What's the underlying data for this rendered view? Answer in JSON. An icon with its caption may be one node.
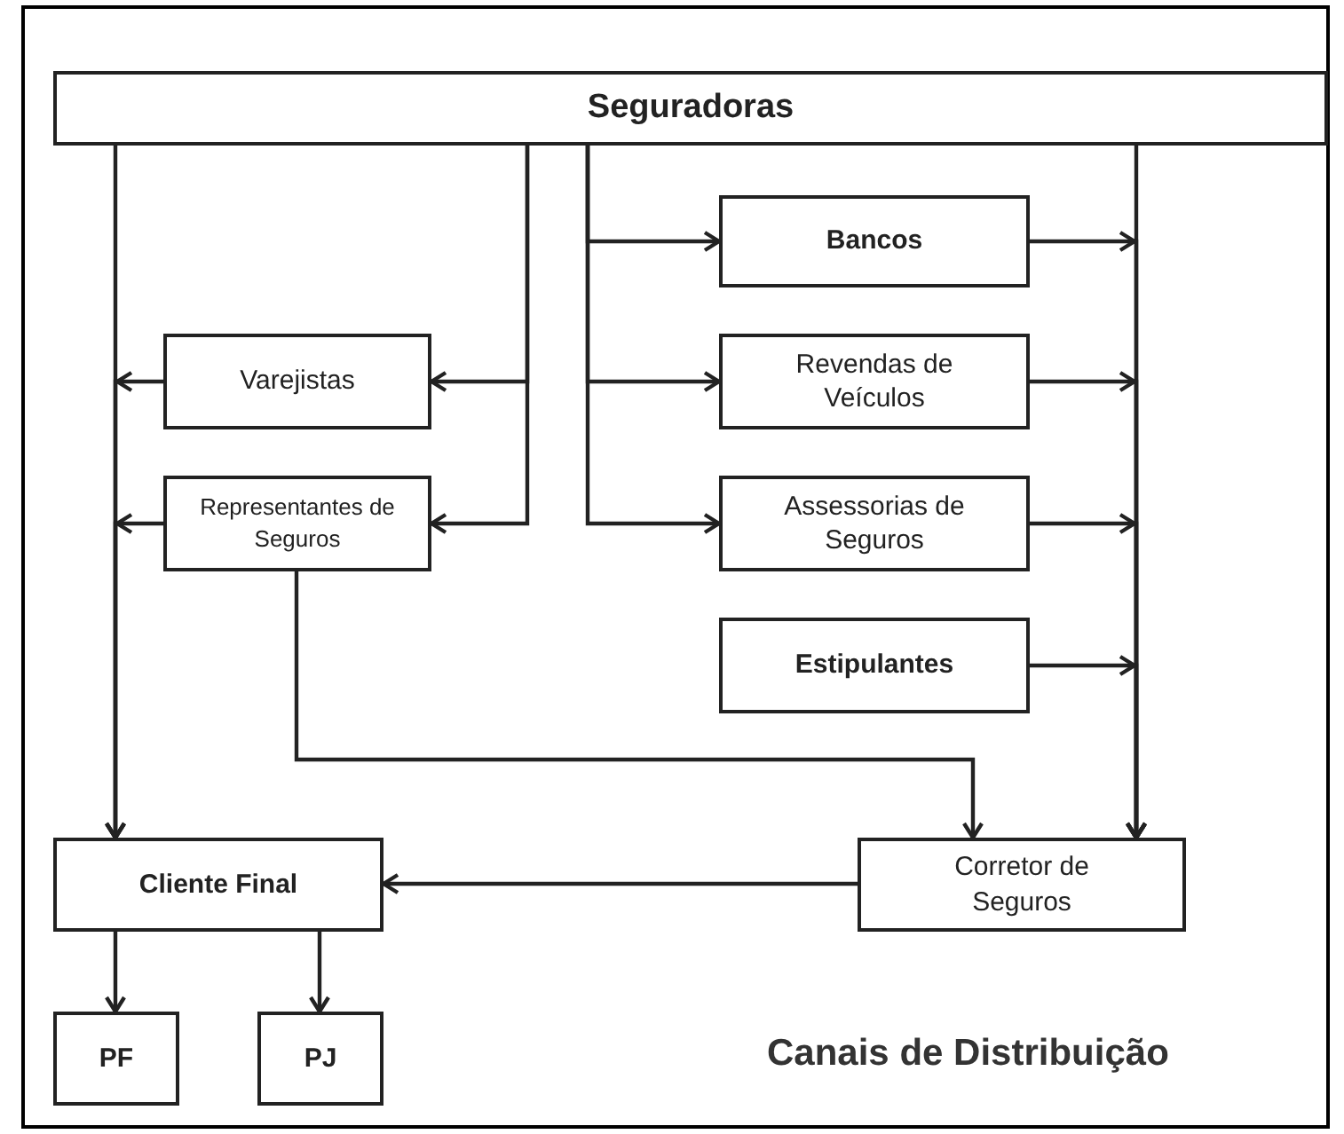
{
  "diagram": {
    "title": "Canais de Distribuição",
    "nodes": [
      {
        "text": [
          "Seguradoras"
        ]
      },
      {
        "text": [
          "Bancos"
        ]
      },
      {
        "text": [
          "Varejistas"
        ]
      },
      {
        "text": [
          "Revendas de Veículos"
        ]
      },
      {
        "text": [
          "Representantes de Seguros"
        ]
      },
      {
        "text": [
          "Assessorias de Seguros"
        ]
      },
      {
        "text": [
          "Estipulantes"
        ]
      },
      {
        "text": [
          "Cliente Final"
        ]
      },
      {
        "text": [
          "Corretor de Seguros"
        ]
      },
      {
        "text": [
          "PF"
        ]
      },
      {
        "text": [
          "PJ"
        ]
      }
    ],
    "edges": [
      {
        "from": 0,
        "to": 7,
        "arrow": "to"
      },
      {
        "from": 0,
        "to": 2,
        "arrow": "to"
      },
      {
        "from": 0,
        "to": 4,
        "arrow": "to"
      },
      {
        "from": 0,
        "to": 1,
        "arrow": "to"
      },
      {
        "from": 0,
        "to": 3,
        "arrow": "to"
      },
      {
        "from": 0,
        "to": 5,
        "arrow": "to"
      },
      {
        "from": 0,
        "to": 8,
        "arrow": "to"
      },
      {
        "from": 2,
        "to": 7,
        "arrow": "to"
      },
      {
        "from": 4,
        "to": 7,
        "arrow": "to"
      },
      {
        "from": 1,
        "to": 8,
        "arrow": "to"
      },
      {
        "from": 3,
        "to": 8,
        "arrow": "to"
      },
      {
        "from": 5,
        "to": 8,
        "arrow": "to"
      },
      {
        "from": 6,
        "to": 8,
        "arrow": "to"
      },
      {
        "from": 4,
        "to": 8,
        "arrow": "to"
      },
      {
        "from": 8,
        "to": 7,
        "arrow": "to"
      },
      {
        "from": 7,
        "to": 9,
        "arrow": "to"
      },
      {
        "from": 7,
        "to": 10,
        "arrow": "to"
      }
    ]
  }
}
